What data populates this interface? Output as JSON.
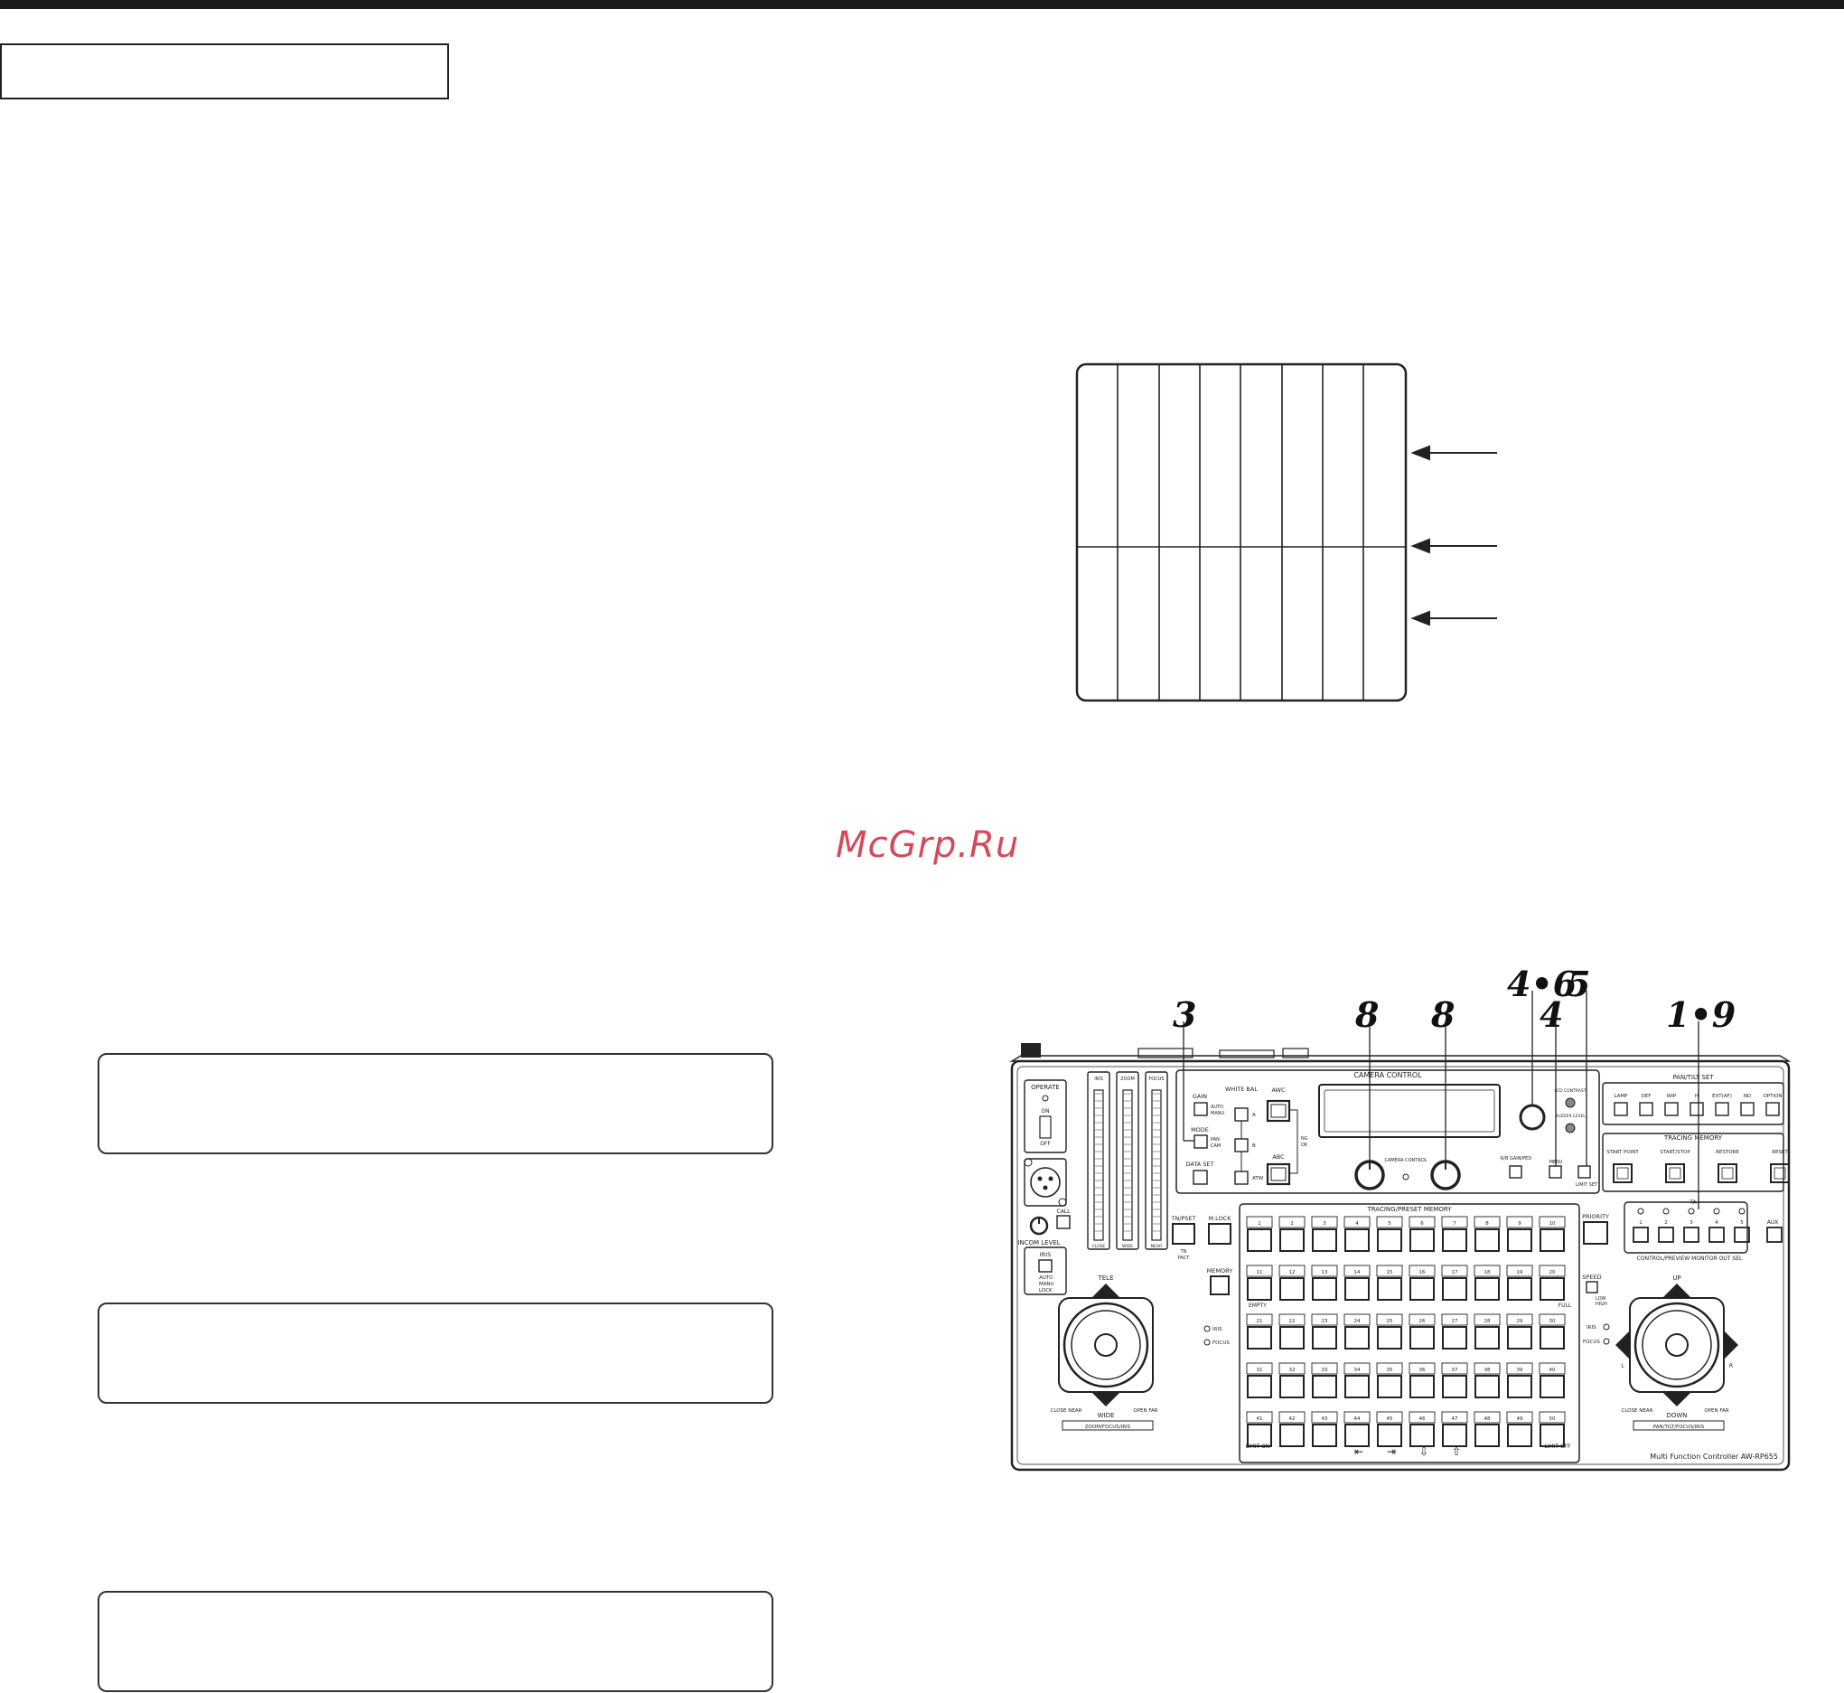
{
  "watermark": "McGrp.Ru",
  "callouts": [
    "3",
    "8",
    "8",
    "4•6",
    "5",
    "4",
    "1•9"
  ],
  "panel": {
    "model": "Multi Function Controller AW-RP655",
    "operate": "OPERATE",
    "power_on": "ON",
    "power_off": "OFF",
    "call": "CALL",
    "incom_level": "INCOM LEVEL",
    "iris": "IRIS",
    "iris_modes": [
      "AUTO",
      "MANU",
      "LOCK"
    ],
    "lens_bars": [
      "IRIS",
      "ZOOM",
      "FOCUS"
    ],
    "lens_bar_bottoms": [
      "CLOSE",
      "WIDE",
      "NEAR"
    ],
    "camera_control": "CAMERA CONTROL",
    "gain": "GAIN",
    "gain_modes": [
      "AUTO",
      "MANU"
    ],
    "mode": "MODE",
    "mode_options": [
      "PAN",
      "CAM"
    ],
    "data_set": "DATA SET",
    "white_bal": "WHITE BAL",
    "wb_options": [
      "A",
      "B",
      "ATW"
    ],
    "awc": "AWC",
    "abc": "ABC",
    "awc_status": [
      "NG",
      "OK"
    ],
    "camera_control_led": "CAMERA CONTROL",
    "lcd_contrast": "LCD CONTRAST",
    "buzzer_level": "BUZZER LEVEL",
    "rb_gain_ped": "R/B GAIN/PED",
    "menu": "MENU",
    "limit_set": "LIMIT SET",
    "pan_tilt_set": "PAN/TILT SET",
    "pan_tilt_buttons": [
      "LAMP",
      "DEF",
      "WIP",
      "H",
      "EXT(AF)",
      "ND",
      "OPTION"
    ],
    "tracing_memory": "TRACING MEMORY",
    "tracing_buttons": [
      "START POINT",
      "START/STOP",
      "RESTORE",
      "RESET"
    ],
    "tracing_preset_memory": "TRACING/PRESET MEMORY",
    "preset_numbers": [
      "1",
      "2",
      "3",
      "4",
      "5",
      "6",
      "7",
      "8",
      "9",
      "10",
      "11",
      "12",
      "13",
      "14",
      "15",
      "16",
      "17",
      "18",
      "19",
      "20",
      "21",
      "22",
      "23",
      "24",
      "25",
      "26",
      "27",
      "28",
      "29",
      "30",
      "31",
      "32",
      "33",
      "34",
      "35",
      "36",
      "37",
      "38",
      "39",
      "40",
      "41",
      "42",
      "43",
      "44",
      "45",
      "46",
      "47",
      "48",
      "49",
      "50"
    ],
    "empty": "EMPTY",
    "full": "FULL",
    "limit_on": "LIMIT ON",
    "limit_off": "LIMIT OFF",
    "arrows": [
      "⇤",
      "⇥",
      "⇩",
      "⇧"
    ],
    "tn_pset": "TN/PSET",
    "tn_pset_modes": [
      "TN",
      "PACT"
    ],
    "m_lock": "M.LOCK",
    "memory": "MEMORY",
    "priority": "PRIORITY",
    "speed": "SPEED",
    "speed_modes": [
      "LOW",
      "HIGH"
    ],
    "iris_focus": [
      "IRIS",
      "FOCUS"
    ],
    "monitor_numbers": [
      "1",
      "2",
      "3",
      "4",
      "5"
    ],
    "tally": "TA",
    "aux": "AUX",
    "monitor_out_sel": "CONTROL/PREVIEW MONITOR OUT SEL",
    "tele": "TELE",
    "wide": "WIDE",
    "close_near": "CLOSE NEAR",
    "open_far": "OPEN FAR",
    "zoom_focus_iris": "ZOOM/FOCUS/IRIS",
    "up": "UP",
    "down": "DOWN",
    "l": "L",
    "r": "R",
    "pan_tilt_focus_iris": "PAN/TILT/FOCUS/IRIS"
  }
}
